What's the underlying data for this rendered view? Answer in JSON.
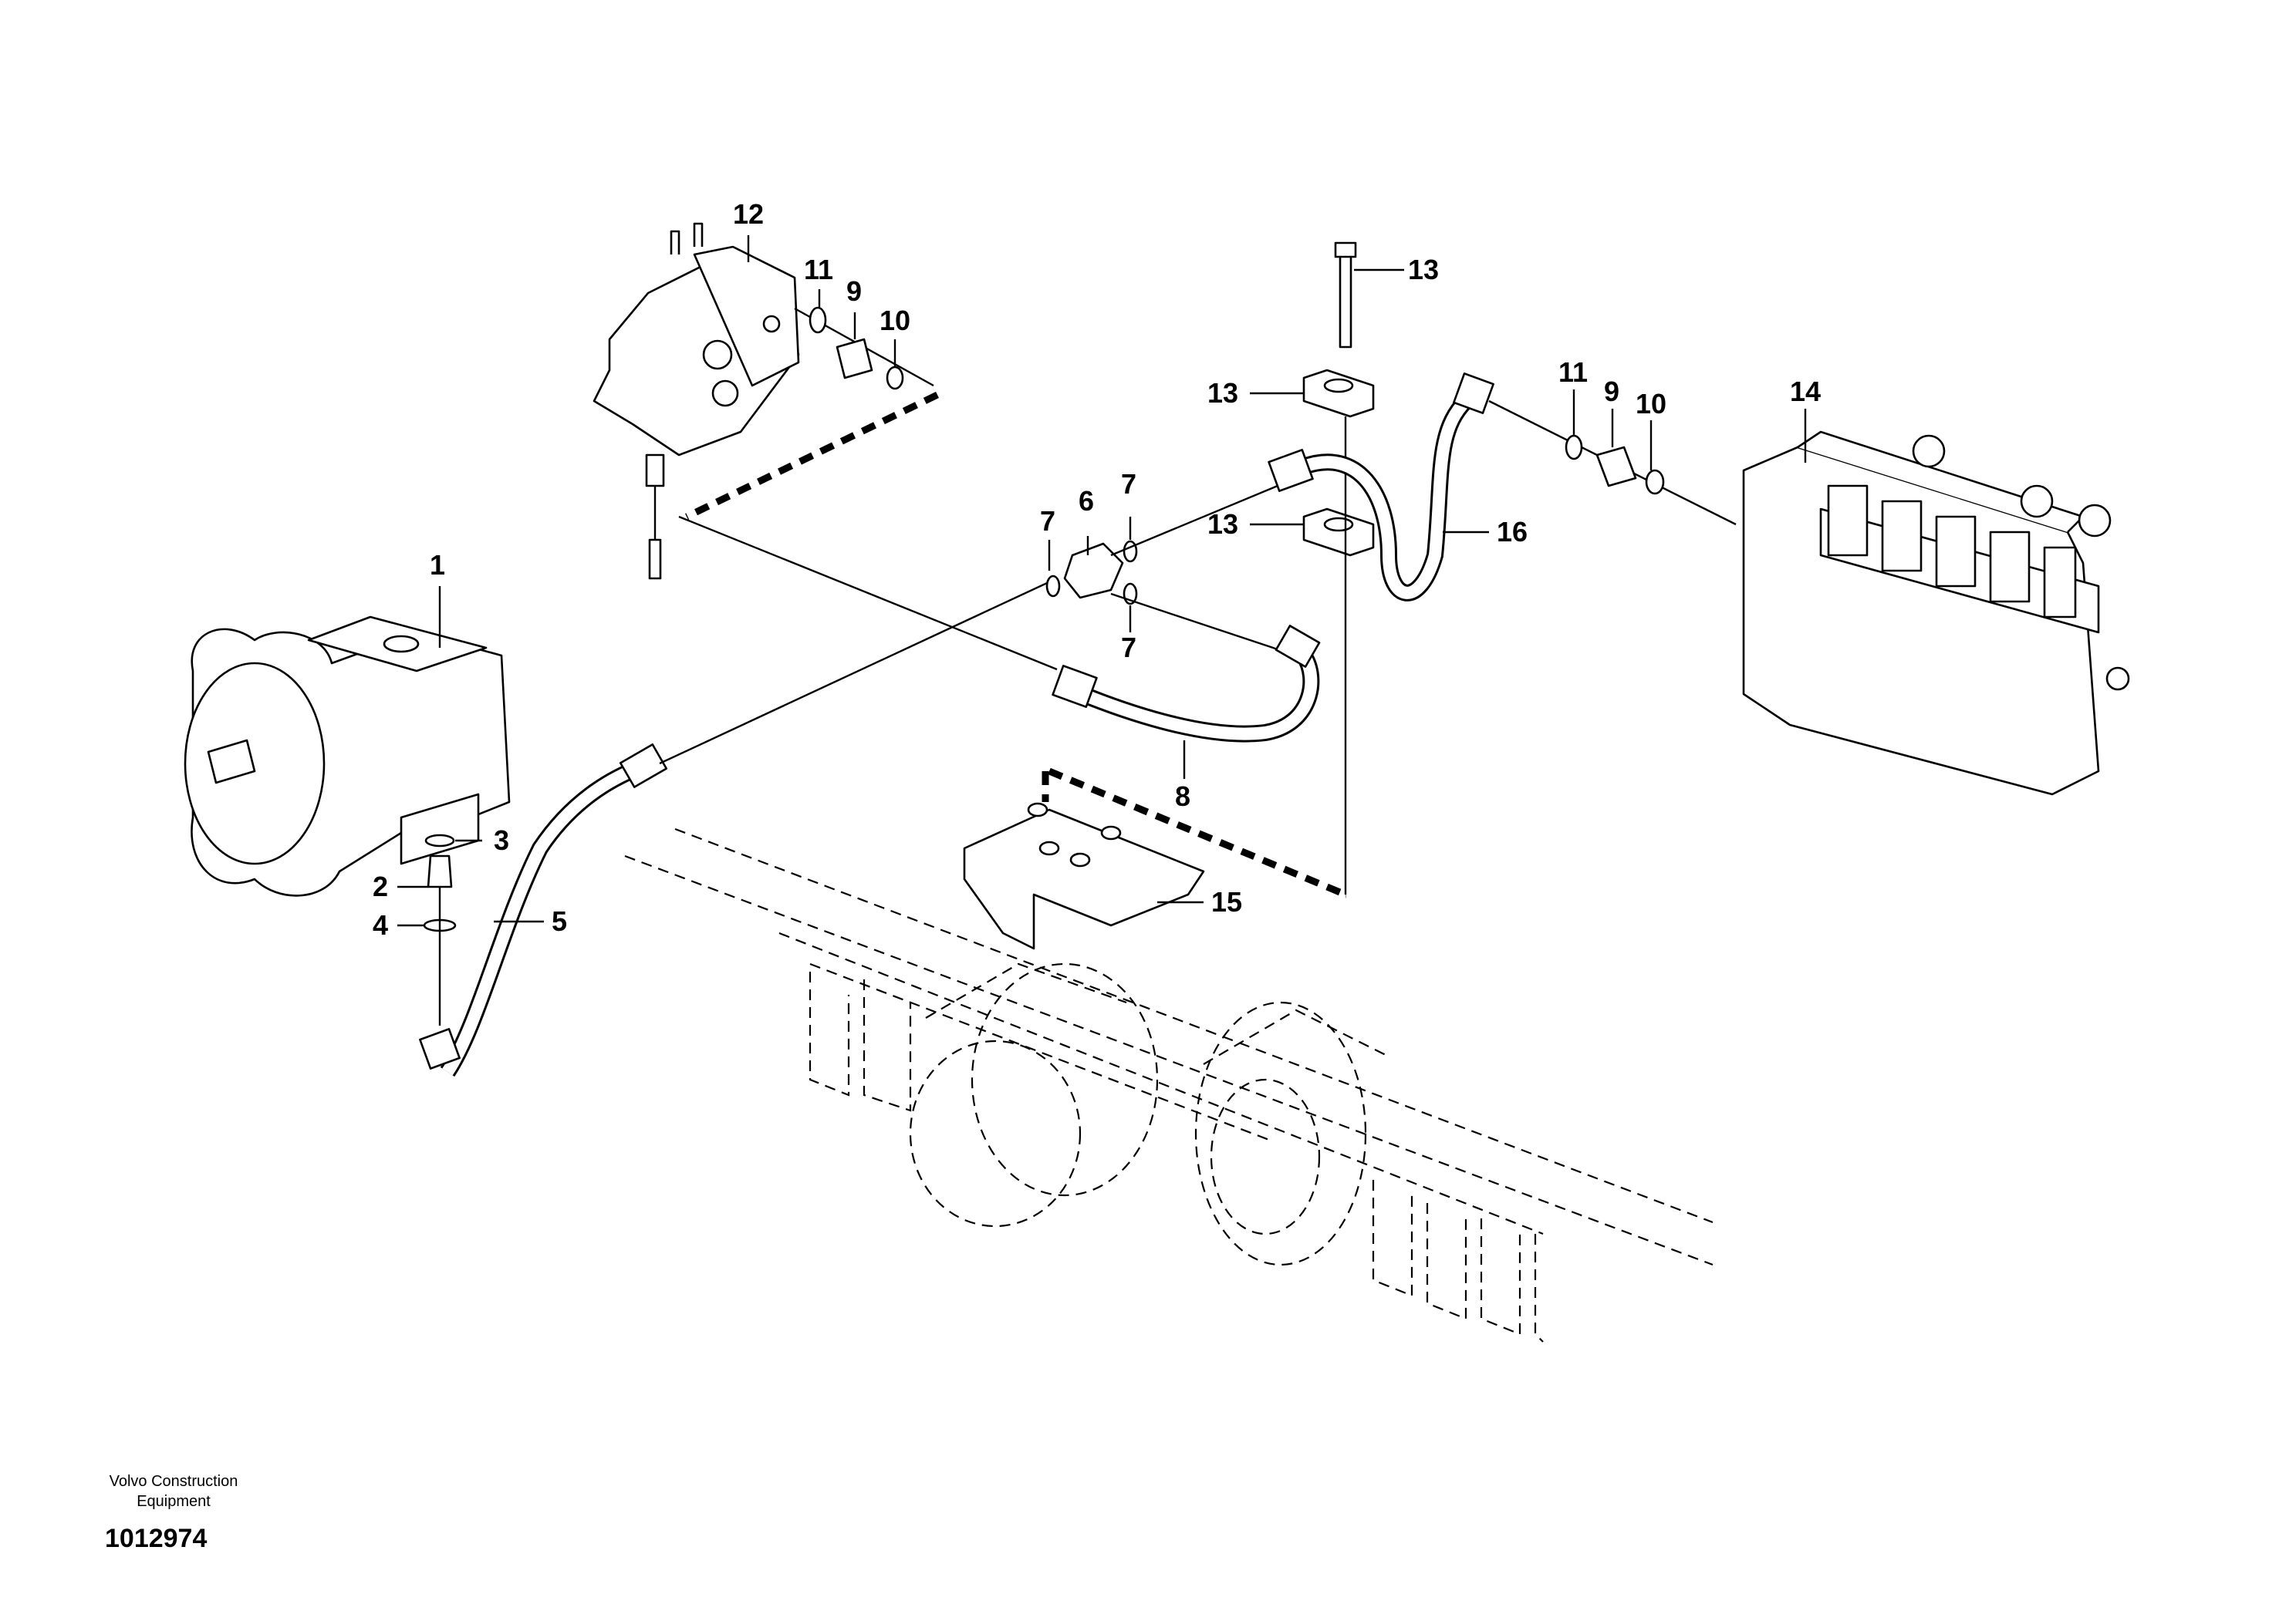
{
  "callouts": {
    "c1": "1",
    "c2": "2",
    "c3": "3",
    "c4": "4",
    "c5": "5",
    "c6": "6",
    "c7a": "7",
    "c7b": "7",
    "c7c": "7",
    "c8": "8",
    "c9a": "9",
    "c9b": "9",
    "c10a": "10",
    "c10b": "10",
    "c11a": "11",
    "c11b": "11",
    "c12": "12",
    "c13a": "13",
    "c13b": "13",
    "c13c": "13",
    "c14": "14",
    "c15": "15",
    "c16": "16"
  },
  "footer": {
    "manufacturer_line1": "Volvo Construction",
    "manufacturer_line2": "Equipment",
    "document_number": "1012974"
  }
}
